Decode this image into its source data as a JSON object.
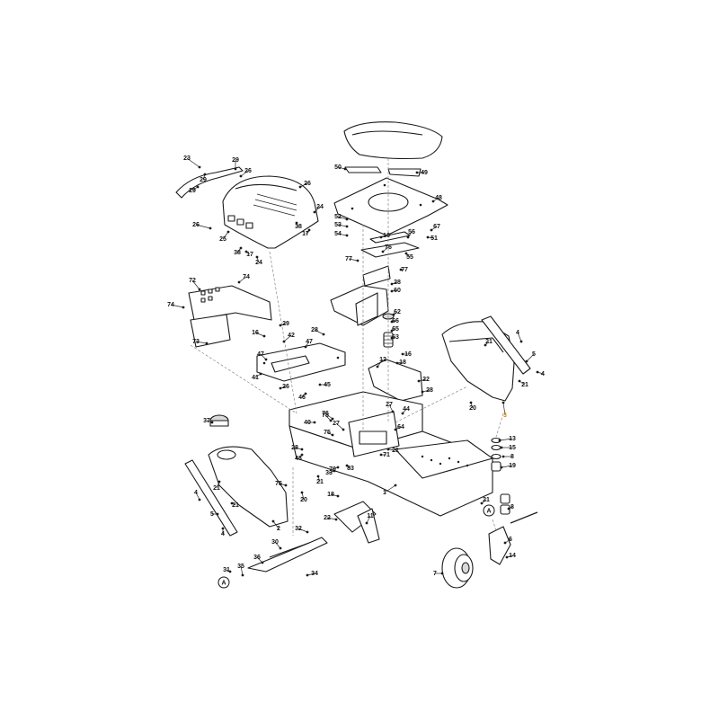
{
  "diagram": {
    "callouts": [
      "1",
      "2",
      "3",
      "4",
      "5",
      "6",
      "7",
      "8",
      "11",
      "12",
      "13",
      "14",
      "15",
      "16",
      "17",
      "18",
      "19",
      "20",
      "21",
      "22",
      "23",
      "24",
      "25",
      "26",
      "27",
      "28",
      "29",
      "30",
      "31",
      "32",
      "33",
      "34",
      "35",
      "36",
      "37",
      "38",
      "40",
      "41",
      "42",
      "43",
      "44",
      "45",
      "46",
      "47",
      "48",
      "49",
      "50",
      "51",
      "52",
      "53",
      "54",
      "55",
      "56",
      "60",
      "62",
      "63",
      "64",
      "65",
      "66",
      "67",
      "70",
      "71",
      "72",
      "73",
      "74",
      "75",
      "76",
      "77",
      "78",
      "83"
    ],
    "view_markers": [
      "A",
      "A"
    ],
    "highlighted_callout": "3",
    "highlight_color": "#d48a00",
    "line_color": "#1a1a1a"
  }
}
